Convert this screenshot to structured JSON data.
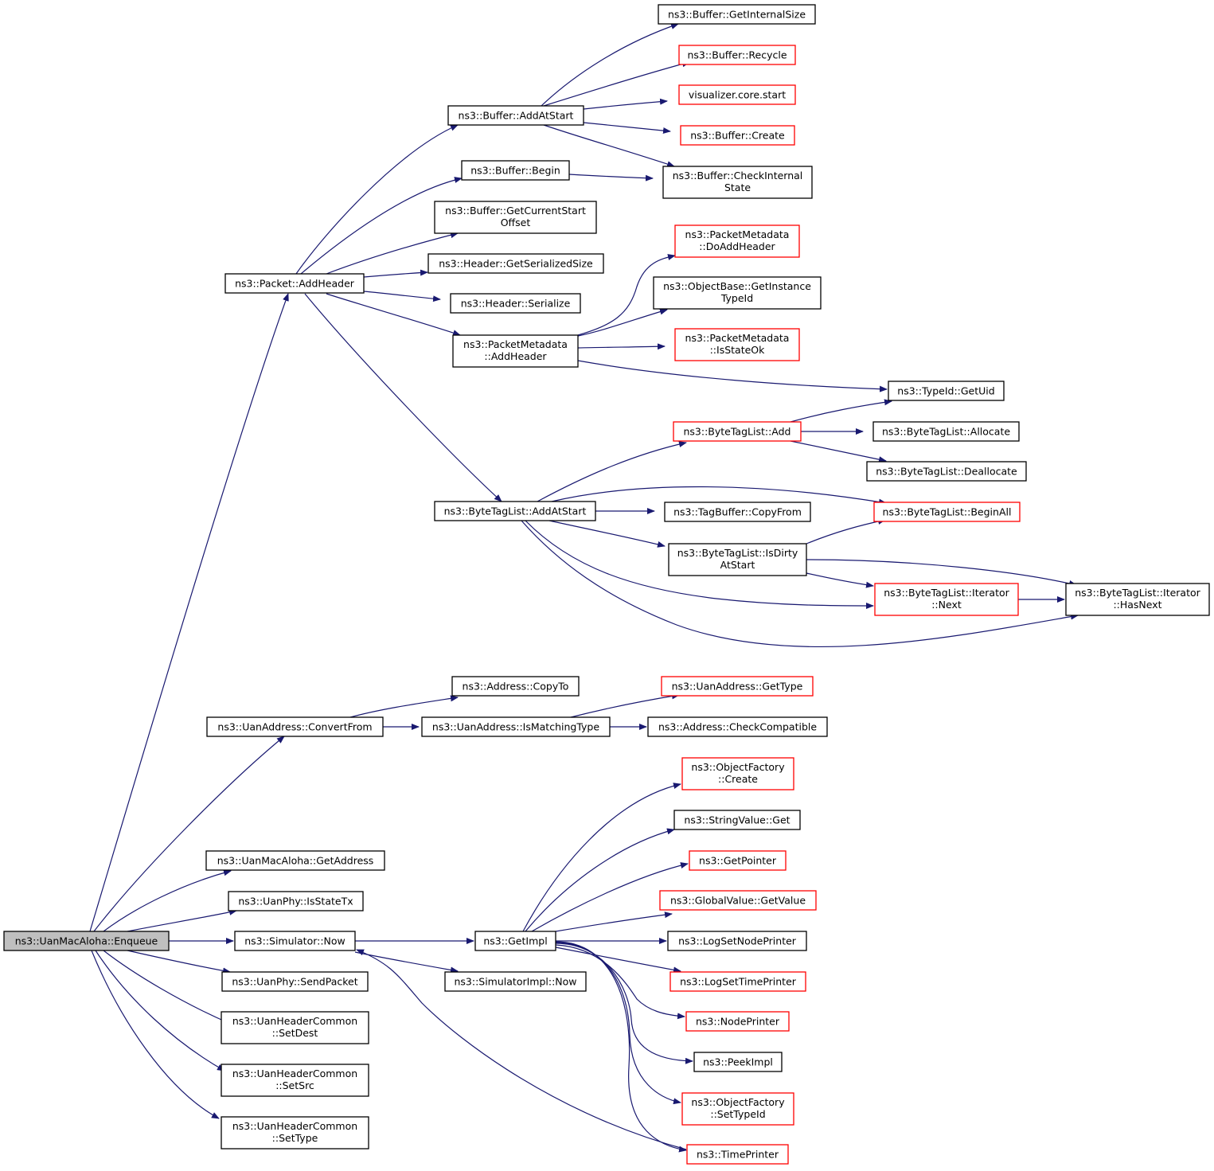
{
  "graph": {
    "colors": {
      "edge": "#191970",
      "normal_border": "#000000",
      "truncated_border": "#ff0000",
      "root_fill": "#bfbfbf",
      "node_fill": "#ffffff"
    },
    "nodes": [
      {
        "id": "enqueue",
        "lines": [
          "ns3::UanMacAloha::Enqueue"
        ],
        "style": "root"
      },
      {
        "id": "pkt_addheader",
        "lines": [
          "ns3::Packet::AddHeader"
        ],
        "style": "normal"
      },
      {
        "id": "buf_addatstart",
        "lines": [
          "ns3::Buffer::AddAtStart"
        ],
        "style": "normal"
      },
      {
        "id": "buf_begin",
        "lines": [
          "ns3::Buffer::Begin"
        ],
        "style": "normal"
      },
      {
        "id": "buf_getcur",
        "lines": [
          "ns3::Buffer::GetCurrentStart",
          "Offset"
        ],
        "style": "normal"
      },
      {
        "id": "hdr_getser",
        "lines": [
          "ns3::Header::GetSerializedSize"
        ],
        "style": "normal"
      },
      {
        "id": "hdr_ser",
        "lines": [
          "ns3::Header::Serialize"
        ],
        "style": "normal"
      },
      {
        "id": "pm_addheader",
        "lines": [
          "ns3::PacketMetadata",
          "::AddHeader"
        ],
        "style": "normal"
      },
      {
        "id": "btl_addatstart",
        "lines": [
          "ns3::ByteTagList::AddAtStart"
        ],
        "style": "normal"
      },
      {
        "id": "buf_getint",
        "lines": [
          "ns3::Buffer::GetInternalSize"
        ],
        "style": "normal"
      },
      {
        "id": "buf_recycle",
        "lines": [
          "ns3::Buffer::Recycle"
        ],
        "style": "truncated"
      },
      {
        "id": "viz_start",
        "lines": [
          "visualizer.core.start"
        ],
        "style": "truncated"
      },
      {
        "id": "buf_create",
        "lines": [
          "ns3::Buffer::Create"
        ],
        "style": "truncated"
      },
      {
        "id": "buf_check",
        "lines": [
          "ns3::Buffer::CheckInternal",
          "State"
        ],
        "style": "normal"
      },
      {
        "id": "pm_doadd",
        "lines": [
          "ns3::PacketMetadata",
          "::DoAddHeader"
        ],
        "style": "truncated"
      },
      {
        "id": "ob_getinst",
        "lines": [
          "ns3::ObjectBase::GetInstance",
          "TypeId"
        ],
        "style": "normal"
      },
      {
        "id": "pm_isok",
        "lines": [
          "ns3::PacketMetadata",
          "::IsStateOk"
        ],
        "style": "truncated"
      },
      {
        "id": "typeid_getuid",
        "lines": [
          "ns3::TypeId::GetUid"
        ],
        "style": "normal"
      },
      {
        "id": "btl_add",
        "lines": [
          "ns3::ByteTagList::Add"
        ],
        "style": "truncated"
      },
      {
        "id": "btl_alloc",
        "lines": [
          "ns3::ByteTagList::Allocate"
        ],
        "style": "normal"
      },
      {
        "id": "btl_dealloc",
        "lines": [
          "ns3::ByteTagList::Deallocate"
        ],
        "style": "normal"
      },
      {
        "id": "tagbuf_copy",
        "lines": [
          "ns3::TagBuffer::CopyFrom"
        ],
        "style": "normal"
      },
      {
        "id": "btl_beginall",
        "lines": [
          "ns3::ByteTagList::BeginAll"
        ],
        "style": "truncated"
      },
      {
        "id": "btl_isdirty",
        "lines": [
          "ns3::ByteTagList::IsDirty",
          "AtStart"
        ],
        "style": "normal"
      },
      {
        "id": "btl_it_next",
        "lines": [
          "ns3::ByteTagList::Iterator",
          "::Next"
        ],
        "style": "truncated"
      },
      {
        "id": "btl_it_hasnext",
        "lines": [
          "ns3::ByteTagList::Iterator",
          "::HasNext"
        ],
        "style": "normal"
      },
      {
        "id": "uan_convert",
        "lines": [
          "ns3::UanAddress::ConvertFrom"
        ],
        "style": "normal"
      },
      {
        "id": "addr_copyto",
        "lines": [
          "ns3::Address::CopyTo"
        ],
        "style": "normal"
      },
      {
        "id": "uan_ismatch",
        "lines": [
          "ns3::UanAddress::IsMatchingType"
        ],
        "style": "normal"
      },
      {
        "id": "uan_gettype",
        "lines": [
          "ns3::UanAddress::GetType"
        ],
        "style": "truncated"
      },
      {
        "id": "addr_checkcompat",
        "lines": [
          "ns3::Address::CheckCompatible"
        ],
        "style": "normal"
      },
      {
        "id": "mac_getaddr",
        "lines": [
          "ns3::UanMacAloha::GetAddress"
        ],
        "style": "normal"
      },
      {
        "id": "phy_isstatetx",
        "lines": [
          "ns3::UanPhy::IsStateTx"
        ],
        "style": "normal"
      },
      {
        "id": "sim_now",
        "lines": [
          "ns3::Simulator::Now"
        ],
        "style": "normal"
      },
      {
        "id": "phy_sendpacket",
        "lines": [
          "ns3::UanPhy::SendPacket"
        ],
        "style": "normal"
      },
      {
        "id": "hc_setdest",
        "lines": [
          "ns3::UanHeaderCommon",
          "::SetDest"
        ],
        "style": "normal"
      },
      {
        "id": "hc_setsrc",
        "lines": [
          "ns3::UanHeaderCommon",
          "::SetSrc"
        ],
        "style": "normal"
      },
      {
        "id": "hc_settype",
        "lines": [
          "ns3::UanHeaderCommon",
          "::SetType"
        ],
        "style": "normal"
      },
      {
        "id": "getimpl",
        "lines": [
          "ns3::GetImpl"
        ],
        "style": "normal"
      },
      {
        "id": "simimpl_now",
        "lines": [
          "ns3::SimulatorImpl::Now"
        ],
        "style": "normal"
      },
      {
        "id": "of_create",
        "lines": [
          "ns3::ObjectFactory",
          "::Create"
        ],
        "style": "truncated"
      },
      {
        "id": "sv_get",
        "lines": [
          "ns3::StringValue::Get"
        ],
        "style": "normal"
      },
      {
        "id": "getpointer",
        "lines": [
          "ns3::GetPointer"
        ],
        "style": "truncated"
      },
      {
        "id": "gv_getvalue",
        "lines": [
          "ns3::GlobalValue::GetValue"
        ],
        "style": "truncated"
      },
      {
        "id": "logsetnode",
        "lines": [
          "ns3::LogSetNodePrinter"
        ],
        "style": "normal"
      },
      {
        "id": "logsettime",
        "lines": [
          "ns3::LogSetTimePrinter"
        ],
        "style": "truncated"
      },
      {
        "id": "nodeprinter",
        "lines": [
          "ns3::NodePrinter"
        ],
        "style": "truncated"
      },
      {
        "id": "peekimpl",
        "lines": [
          "ns3::PeekImpl"
        ],
        "style": "normal"
      },
      {
        "id": "of_settypeid",
        "lines": [
          "ns3::ObjectFactory",
          "::SetTypeId"
        ],
        "style": "truncated"
      },
      {
        "id": "timeprinter",
        "lines": [
          "ns3::TimePrinter"
        ],
        "style": "truncated"
      }
    ],
    "edges": [
      {
        "from": "enqueue",
        "to": "pkt_addheader"
      },
      {
        "from": "enqueue",
        "to": "uan_convert"
      },
      {
        "from": "enqueue",
        "to": "mac_getaddr"
      },
      {
        "from": "enqueue",
        "to": "phy_isstatetx"
      },
      {
        "from": "enqueue",
        "to": "sim_now"
      },
      {
        "from": "enqueue",
        "to": "phy_sendpacket"
      },
      {
        "from": "enqueue",
        "to": "hc_setdest"
      },
      {
        "from": "enqueue",
        "to": "hc_setsrc"
      },
      {
        "from": "enqueue",
        "to": "hc_settype"
      },
      {
        "from": "pkt_addheader",
        "to": "buf_addatstart"
      },
      {
        "from": "pkt_addheader",
        "to": "buf_begin"
      },
      {
        "from": "pkt_addheader",
        "to": "buf_getcur"
      },
      {
        "from": "pkt_addheader",
        "to": "hdr_getser"
      },
      {
        "from": "pkt_addheader",
        "to": "hdr_ser"
      },
      {
        "from": "pkt_addheader",
        "to": "pm_addheader"
      },
      {
        "from": "pkt_addheader",
        "to": "btl_addatstart"
      },
      {
        "from": "buf_addatstart",
        "to": "buf_getint"
      },
      {
        "from": "buf_addatstart",
        "to": "buf_recycle"
      },
      {
        "from": "buf_addatstart",
        "to": "viz_start"
      },
      {
        "from": "buf_addatstart",
        "to": "buf_create"
      },
      {
        "from": "buf_addatstart",
        "to": "buf_check"
      },
      {
        "from": "buf_begin",
        "to": "buf_check"
      },
      {
        "from": "pm_addheader",
        "to": "pm_doadd"
      },
      {
        "from": "pm_addheader",
        "to": "ob_getinst"
      },
      {
        "from": "pm_addheader",
        "to": "pm_isok"
      },
      {
        "from": "pm_addheader",
        "to": "typeid_getuid"
      },
      {
        "from": "btl_addatstart",
        "to": "btl_add"
      },
      {
        "from": "btl_addatstart",
        "to": "btl_beginall"
      },
      {
        "from": "btl_addatstart",
        "to": "tagbuf_copy"
      },
      {
        "from": "btl_addatstart",
        "to": "btl_isdirty"
      },
      {
        "from": "btl_addatstart",
        "to": "btl_it_next"
      },
      {
        "from": "btl_addatstart",
        "to": "btl_it_hasnext"
      },
      {
        "from": "btl_add",
        "to": "typeid_getuid"
      },
      {
        "from": "btl_add",
        "to": "btl_alloc"
      },
      {
        "from": "btl_add",
        "to": "btl_dealloc"
      },
      {
        "from": "btl_isdirty",
        "to": "btl_beginall"
      },
      {
        "from": "btl_isdirty",
        "to": "btl_it_hasnext"
      },
      {
        "from": "btl_isdirty",
        "to": "btl_it_next"
      },
      {
        "from": "btl_it_next",
        "to": "btl_it_hasnext"
      },
      {
        "from": "uan_convert",
        "to": "addr_copyto"
      },
      {
        "from": "uan_convert",
        "to": "uan_ismatch"
      },
      {
        "from": "uan_ismatch",
        "to": "uan_gettype"
      },
      {
        "from": "uan_ismatch",
        "to": "addr_checkcompat"
      },
      {
        "from": "sim_now",
        "to": "getimpl"
      },
      {
        "from": "sim_now",
        "to": "simimpl_now"
      },
      {
        "from": "getimpl",
        "to": "of_create"
      },
      {
        "from": "getimpl",
        "to": "sv_get"
      },
      {
        "from": "getimpl",
        "to": "getpointer"
      },
      {
        "from": "getimpl",
        "to": "gv_getvalue"
      },
      {
        "from": "getimpl",
        "to": "logsetnode"
      },
      {
        "from": "getimpl",
        "to": "logsettime"
      },
      {
        "from": "getimpl",
        "to": "nodeprinter"
      },
      {
        "from": "getimpl",
        "to": "peekimpl"
      },
      {
        "from": "getimpl",
        "to": "of_settypeid"
      },
      {
        "from": "getimpl",
        "to": "timeprinter"
      },
      {
        "from": "timeprinter",
        "to": "sim_now"
      }
    ]
  }
}
